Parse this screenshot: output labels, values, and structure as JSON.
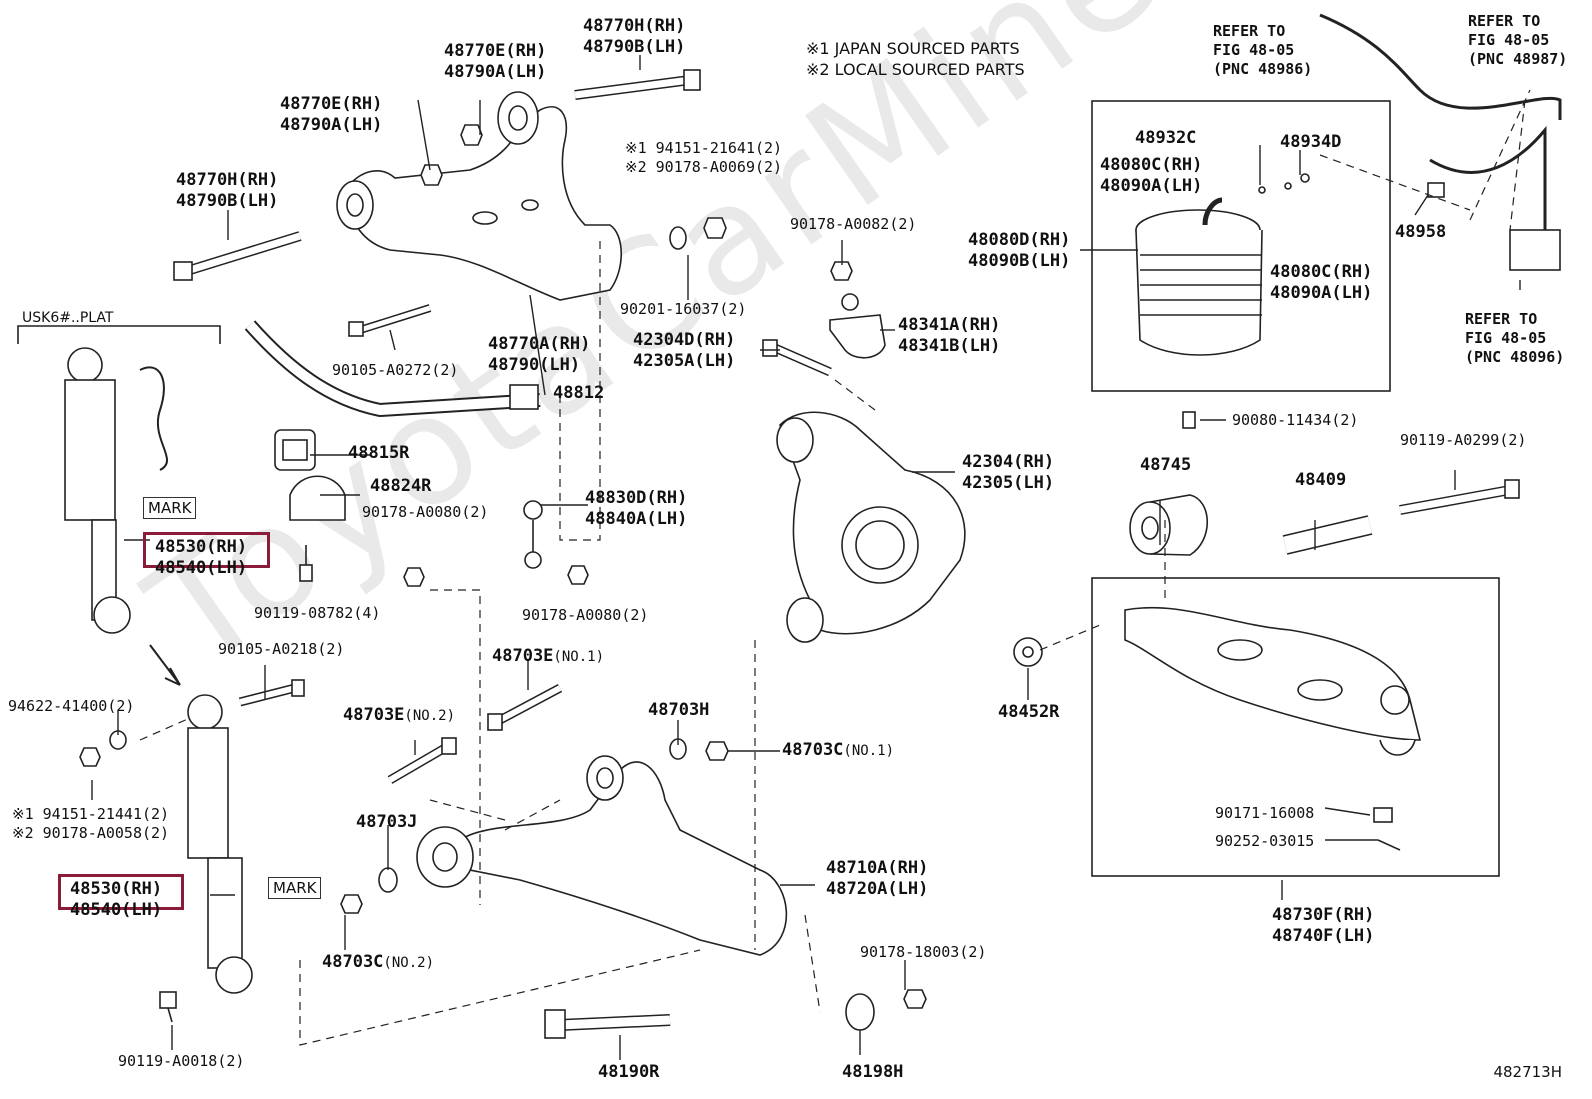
{
  "watermark": "ToyotaCarMine.ru",
  "figure_id": "482713H",
  "notes": {
    "japan": "※1 JAPAN SOURCED PARTS",
    "local": "※2 LOCAL SOURCED PARTS"
  },
  "group_label": "USK6#..PLAT",
  "mark_label": "MARK",
  "refer": [
    {
      "line1": "REFER TO",
      "line2": "FIG 48-05",
      "line3": "(PNC 48986)"
    },
    {
      "line1": "REFER TO",
      "line2": "FIG 48-05",
      "line3": "(PNC 48987)"
    },
    {
      "line1": "REFER TO",
      "line2": "FIG 48-05",
      "line3": "(PNC 48096)"
    }
  ],
  "parts": {
    "p48770h_top": {
      "line1": "48770H(RH)",
      "line2": "48790B(LH)"
    },
    "p48770e_top": {
      "line1": "48770E(RH)",
      "line2": "48790A(LH)"
    },
    "p48770e_left": {
      "line1": "48770E(RH)",
      "line2": "48790A(LH)"
    },
    "p48770h_left": {
      "line1": "48770H(RH)",
      "line2": "48790B(LH)"
    },
    "p94151_top": {
      "line1": "※1 94151-21641(2)",
      "line2": "※2 90178-A0069(2)"
    },
    "p90201": "90201-16037(2)",
    "p90105_a0272": "90105-A0272(2)",
    "p48770a": {
      "line1": "48770A(RH)",
      "line2": "48790(LH)"
    },
    "p42304d": {
      "line1": "42304D(RH)",
      "line2": "42305A(LH)"
    },
    "p90178_a0082": "90178-A0082(2)",
    "p48341a": {
      "line1": "48341A(RH)",
      "line2": "48341B(LH)"
    },
    "p48932c": "48932C",
    "p48934d": "48934D",
    "p48080c_top": {
      "line1": "48080C(RH)",
      "line2": "48090A(LH)"
    },
    "p48080d": {
      "line1": "48080D(RH)",
      "line2": "48090B(LH)"
    },
    "p48080c_right": {
      "line1": "48080C(RH)",
      "line2": "48090A(LH)"
    },
    "p48958": "48958",
    "p48812": "48812",
    "p48815r": "48815R",
    "p48824r": "48824R",
    "p90178_a0080_a": "90178-A0080(2)",
    "p48830d": {
      "line1": "48830D(RH)",
      "line2": "48840A(LH)"
    },
    "p90178_a0080_b": "90178-A0080(2)",
    "p90119_08782": "90119-08782(4)",
    "p42304": {
      "line1": "42304(RH)",
      "line2": "42305(LH)"
    },
    "p90080": "90080-11434(2)",
    "p48745": "48745",
    "p48409": "48409",
    "p90119_a0299": "90119-A0299(2)",
    "p48530_top": {
      "line1": "48530(RH)",
      "line2": "48540(LH)"
    },
    "p90105_a0218": "90105-A0218(2)",
    "p94622": "94622-41400(2)",
    "p94151_bot": {
      "line1": "※1 94151-21441(2)",
      "line2": "※2 90178-A0058(2)"
    },
    "p48530_bot": {
      "line1": "48530(RH)",
      "line2": "48540(LH)"
    },
    "p90119_a0018": "90119-A0018(2)",
    "p48703e_no1": {
      "code": "48703E",
      "suffix": "(NO.1)"
    },
    "p48703e_no2": {
      "code": "48703E",
      "suffix": "(NO.2)"
    },
    "p48703h": "48703H",
    "p48703c_no1": {
      "code": "48703C",
      "suffix": "(NO.1)"
    },
    "p48703j": "48703J",
    "p48703c_no2": {
      "code": "48703C",
      "suffix": "(NO.2)"
    },
    "p48710a": {
      "line1": "48710A(RH)",
      "line2": "48720A(LH)"
    },
    "p90178_18003": "90178-18003(2)",
    "p48190r": "48190R",
    "p48198h": "48198H",
    "p48452r": "48452R",
    "p90171": "90171-16008",
    "p90252": "90252-03015",
    "p48730f": {
      "line1": "48730F(RH)",
      "line2": "48740F(LH)"
    }
  }
}
